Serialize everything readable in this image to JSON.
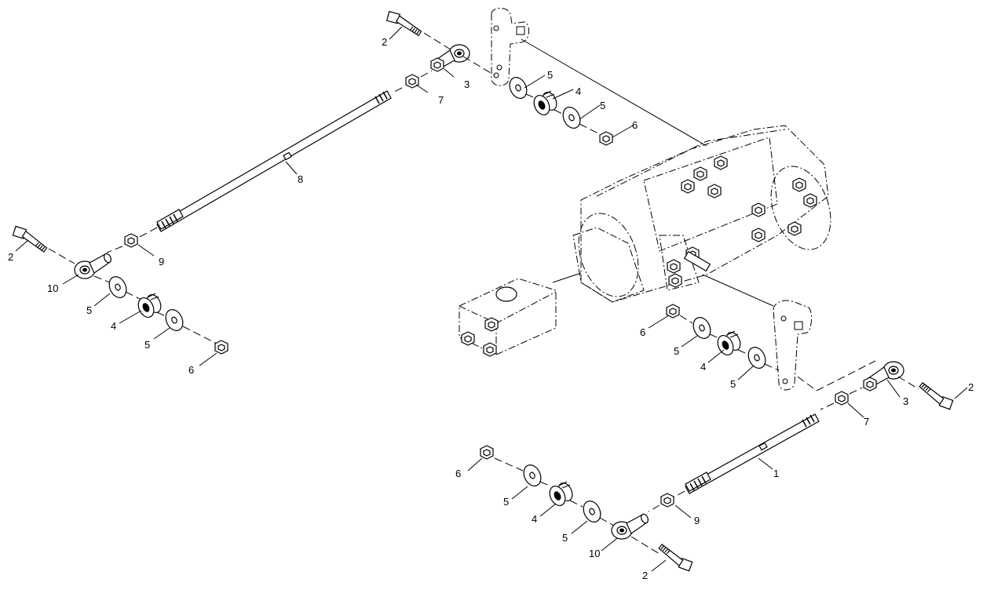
{
  "diagram": {
    "callouts": [
      {
        "id": "c1",
        "text": "1"
      },
      {
        "id": "c2a",
        "text": "2"
      },
      {
        "id": "c2b",
        "text": "2"
      },
      {
        "id": "c2c",
        "text": "2"
      },
      {
        "id": "c2d",
        "text": "2"
      },
      {
        "id": "c3a",
        "text": "3"
      },
      {
        "id": "c3b",
        "text": "3"
      },
      {
        "id": "c4a",
        "text": "4"
      },
      {
        "id": "c4b",
        "text": "4"
      },
      {
        "id": "c4c",
        "text": "4"
      },
      {
        "id": "c4d",
        "text": "4"
      },
      {
        "id": "c5a",
        "text": "5"
      },
      {
        "id": "c5b",
        "text": "5"
      },
      {
        "id": "c5c",
        "text": "5"
      },
      {
        "id": "c5d",
        "text": "5"
      },
      {
        "id": "c5e",
        "text": "5"
      },
      {
        "id": "c5f",
        "text": "5"
      },
      {
        "id": "c5g",
        "text": "5"
      },
      {
        "id": "c5h",
        "text": "5"
      },
      {
        "id": "c6a",
        "text": "6"
      },
      {
        "id": "c6b",
        "text": "6"
      },
      {
        "id": "c6c",
        "text": "6"
      },
      {
        "id": "c6d",
        "text": "6"
      },
      {
        "id": "c7a",
        "text": "7"
      },
      {
        "id": "c7b",
        "text": "7"
      },
      {
        "id": "c8",
        "text": "8"
      },
      {
        "id": "c9a",
        "text": "9"
      },
      {
        "id": "c9b",
        "text": "9"
      },
      {
        "id": "c10a",
        "text": "10"
      },
      {
        "id": "c10b",
        "text": "10"
      }
    ]
  }
}
